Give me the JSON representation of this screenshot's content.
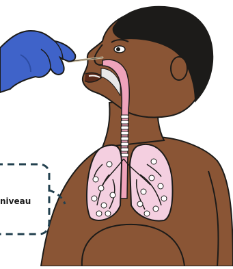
{
  "illustration": {
    "subject": "child-upper-body",
    "procedure": "nasal-swab",
    "colors": {
      "skin": "#8a5535",
      "skin_shadow": "#6e3f24",
      "hair": "#1c1b19",
      "glove": "#3f63c9",
      "glove_shadow": "#2c4ca3",
      "lungs": "#f4cfe0",
      "airway": "#efa3bb",
      "callout_border": "#22404e",
      "callout_fill": "#ffffff"
    }
  },
  "callout": {
    "text": "niveau"
  }
}
